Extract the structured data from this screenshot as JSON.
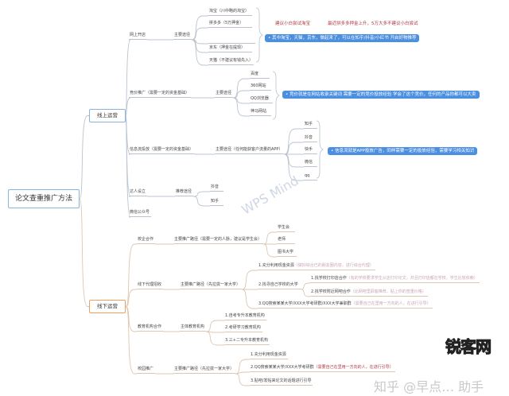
{
  "root": "论文查重推广方法",
  "online": {
    "label": "线上运营",
    "shop": {
      "label": "网上开店",
      "route": "主要途径",
      "items": [
        "淘宝（川中略的淘宝）",
        "拼多多（5万押金）",
        "",
        "京东（押金在提现）",
        "天猫（不建议有钱先入）"
      ],
      "note1": "建议小白尝试淘宝",
      "note2": "最近拼多多押金上升，5万大多不建议小白尝试",
      "summary": "• 其中淘宝，天猫，京东，做起来了，可以在知乎/抖音/小红书 开启好物推荐"
    },
    "bidding": {
      "label": "竞价推广（需要一定的资金基础）",
      "route": "主要途径",
      "items": [
        "百度",
        "360网站",
        "QQ浏览器",
        "神马网站"
      ],
      "summary": "• 竞价就是在网站收录关键词 需要一定的竞价投放经验 学会了这个竞价，任何的产品你都可以大卖"
    },
    "feed": {
      "label": "信息流投放（需要一定的资金基础）",
      "route": "主要途径（任何能获客户流量的APP）",
      "items": [
        "知乎",
        "抖音",
        "快手",
        "微信",
        "qq"
      ],
      "summary": "• 信息流就是APP投放广告，同样需要一定的投放经验，需要学习相关知识"
    },
    "influencer": {
      "label": "达人设立",
      "route": "推荐途径",
      "items": [
        "抖音",
        "知乎"
      ]
    },
    "wechat": {
      "label": "微信公众号"
    }
  },
  "offline": {
    "label": "线下运营",
    "school": {
      "label": "校企合作",
      "route": "主要推广路径（需要一定的人脉，建议是学生会）",
      "items": [
        "学生会",
        "老师",
        "图书大学"
      ]
    },
    "agent": {
      "label": "线下代理招收",
      "route": "主要推广路径（先拉拢一家大学）",
      "i1": "1.充分利用现金资源",
      "i1n": "（做好综合已的朋友圈内容，进行综合代理）",
      "i2": "2.找寻自己学校的大学",
      "s1": "1.找学校打印店合作",
      "s1n": "（有的学校要求学生从店打印论文，并且打印店都在学校，学生比较依赖）",
      "s2": "2.找学校附近网吧合作",
      "s2n": "（比网吧里顾客推荐，贴上你的查重价格）",
      "i3": "3.QQ搜索某某大学/XXX大学考研群/XXX大学兼职群",
      "i3n": "（需要自己在里用一方向的人，在进行引导）"
    },
    "edu": {
      "label": "教育机构合作",
      "route": "主体教育机构",
      "items": [
        "1.自考专升本教育机构",
        "2.考研学习教育机构",
        "3.三+二专升本教育机构"
      ]
    },
    "campus": {
      "label": "校园推广",
      "route": "主要推广路径（先拉拢一家大学）",
      "i1": "1.充分利用现金资源",
      "i2": "2.QQ搜索某某大学/XXX大学考研群",
      "i2n": "（需要自己在里用一方向的人，在进行引导）",
      "i3": "3.贴吧/发帖来论文的话题进行引导"
    }
  },
  "watermark": {
    "wps": "WPS Mind",
    "zhihu": "知乎 @早点… 助手",
    "logo": "锐客网"
  },
  "colors": {
    "summary": "#4a8fe0",
    "note_red": "#b03a48",
    "online_line": "#b9c4cf",
    "offline_line": "#dcc7b3"
  }
}
